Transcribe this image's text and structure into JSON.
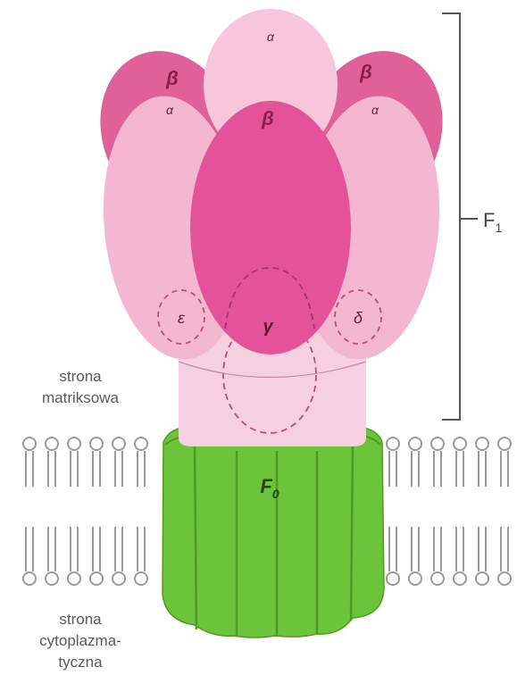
{
  "labels": {
    "alpha": "α",
    "beta": "β",
    "gamma": "γ",
    "delta": "δ",
    "epsilon": "ε",
    "f1_main": "F",
    "f1_sub": "1",
    "f0_main": "F",
    "f0_sub": "0",
    "matrix_side_line1": "strona",
    "matrix_side_line2": "matriksowa",
    "cyto_side_line1": "strona",
    "cyto_side_line2": "cytoplazma-",
    "cyto_side_line3": "tyczna"
  },
  "colors": {
    "beta_dark": "#e0609a",
    "beta_front": "#e4539a",
    "alpha_light": "#f4b7d2",
    "alpha_top": "#f7c6dc",
    "stalk": "#f6d0e1",
    "f0_green": "#6cc43a",
    "f0_dark": "#4f9a25",
    "membrane": "#9a9a9a",
    "bracket": "#555555"
  }
}
